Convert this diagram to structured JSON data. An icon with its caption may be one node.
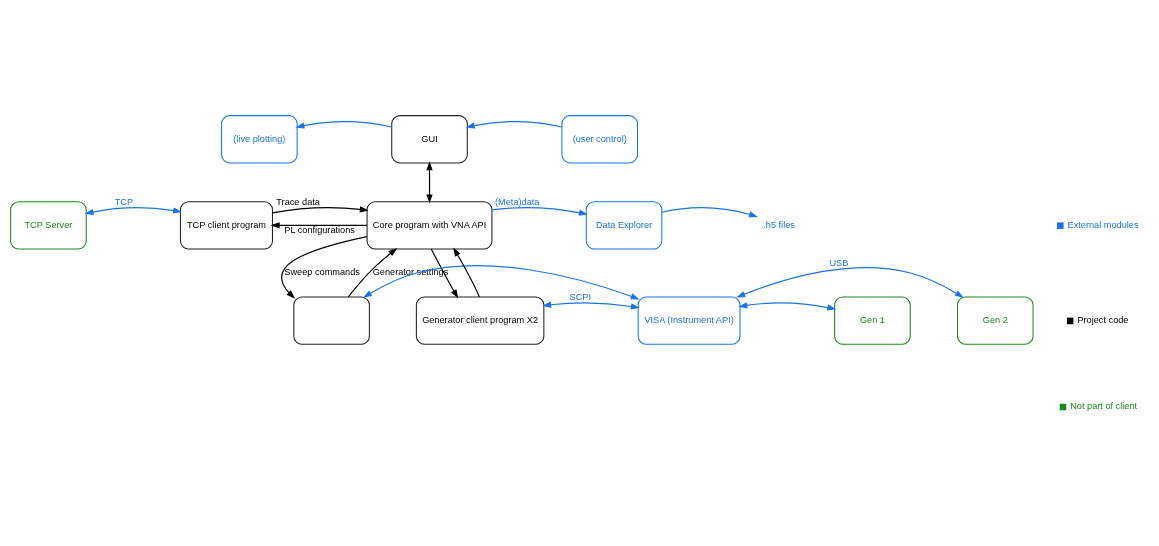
{
  "diagram": {
    "nodes": [
      {
        "text": [
          "(live plotting)"
        ]
      },
      {
        "text": [
          "GUI"
        ]
      },
      {
        "text": [
          "(user control)"
        ]
      },
      {
        "text": [
          "TCP Server"
        ]
      },
      {
        "text": [
          "TCP client program"
        ]
      },
      {
        "text": [
          "Core program with VNA API"
        ]
      },
      {
        "text": [
          "Data Explorer"
        ]
      },
      {
        "text": [
          ".h5 files"
        ]
      },
      {
        "text": [],
        "shape": "box"
      },
      {
        "text": [
          "Generator client program X2"
        ]
      },
      {
        "text": [
          "VISA (Instrument API)"
        ]
      },
      {
        "text": [
          "Gen 1"
        ]
      },
      {
        "text": [
          "Gen 2"
        ]
      }
    ],
    "edges": [
      {
        "from": 1,
        "to": 0,
        "arrow": "to",
        "color": "#1a73e8"
      },
      {
        "from": 2,
        "to": 1,
        "arrow": "to",
        "color": "#1a73e8"
      },
      {
        "from": 1,
        "to": 5,
        "arrow": "both",
        "color": "#000000"
      },
      {
        "from": 5,
        "to": 4,
        "arrow": "to",
        "label": "PL configurations",
        "color": "#000000"
      },
      {
        "from": 4,
        "to": 5,
        "arrow": "to",
        "label": "Trace data",
        "color": "#000000"
      },
      {
        "from": 3,
        "to": 4,
        "arrow": "both",
        "label": "TCP",
        "color": "#1a73e8"
      },
      {
        "from": 5,
        "to": 6,
        "arrow": "to",
        "label": "(Meta)data",
        "color": "#1a73e8"
      },
      {
        "from": 6,
        "to": 7,
        "arrow": "to",
        "color": "#1a73e8"
      },
      {
        "from": 8,
        "to": 5,
        "arrow": "to",
        "label": "Generator settings",
        "color": "#000000"
      },
      {
        "from": 9,
        "to": 5,
        "arrow": "to",
        "color": "#000000"
      },
      {
        "from": 5,
        "to": 8,
        "arrow": "to",
        "label": "Sweep commands",
        "color": "#000000"
      },
      {
        "from": 5,
        "to": 9,
        "arrow": "to",
        "color": "#000000"
      },
      {
        "from": 8,
        "to": 10,
        "arrow": "both",
        "color": "#1a73e8"
      },
      {
        "from": 9,
        "to": 10,
        "arrow": "both",
        "label": "SCPI",
        "color": "#1a73e8"
      },
      {
        "from": 10,
        "to": 11,
        "arrow": "both",
        "color": "#1a73e8"
      },
      {
        "from": 10,
        "to": 12,
        "arrow": "both",
        "label": "USB",
        "color": "#1a73e8"
      }
    ],
    "legend": [
      {
        "text": "External modules",
        "color": "#1a73e8"
      },
      {
        "text": "Project code",
        "color": "#000000"
      },
      {
        "text": "Not part of client",
        "color": "#1a8a1a"
      }
    ]
  }
}
